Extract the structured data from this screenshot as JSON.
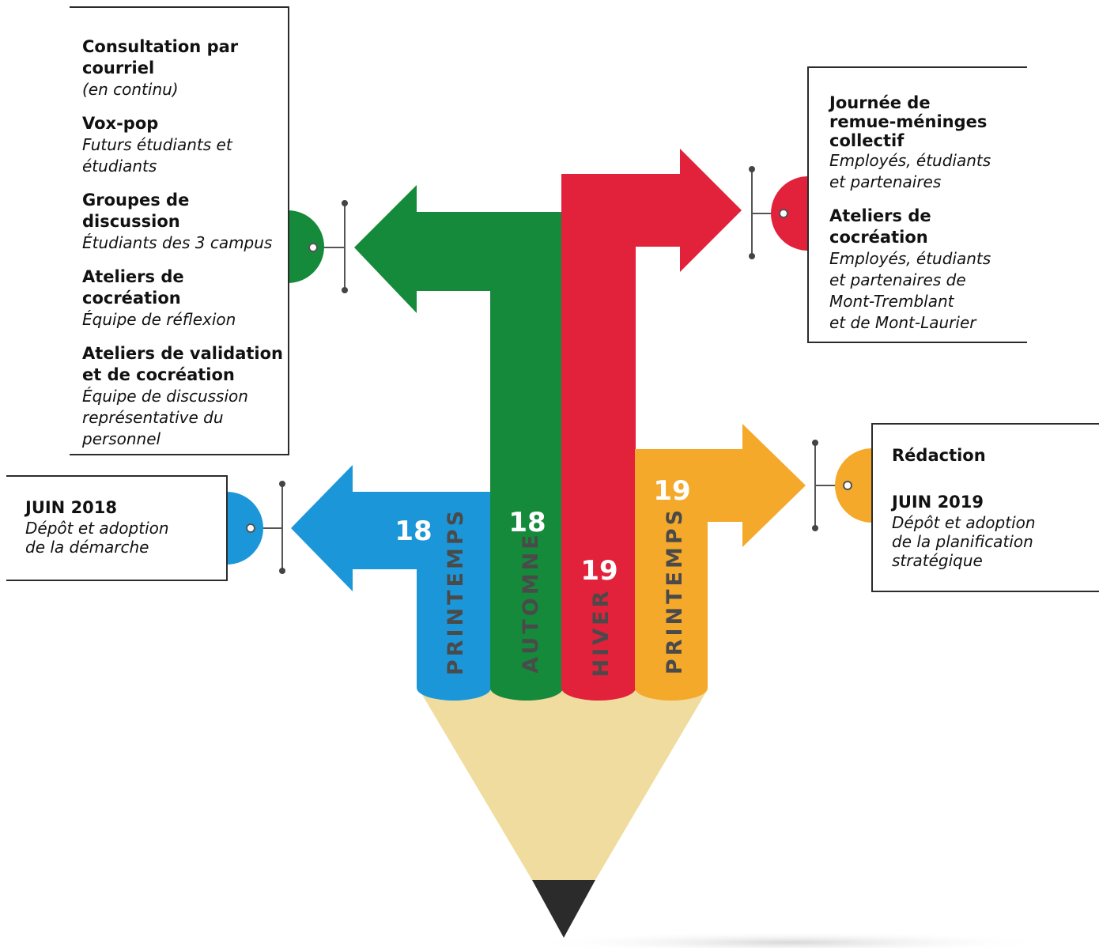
{
  "colors": {
    "blue": "#1b97d9",
    "green": "#168a3b",
    "red": "#e2213a",
    "orange": "#f4a92b",
    "pencil_wood": "#efdc9e",
    "pencil_tip": "#2b2b2b",
    "label_text": "#4a4a4a",
    "box_border": "#2b2b2b"
  },
  "phases": [
    {
      "year": "18",
      "season": "PRINTEMPS",
      "color": "blue",
      "arrow_direction": "left"
    },
    {
      "year": "18",
      "season": "AUTOMNE",
      "color": "green",
      "arrow_direction": "left"
    },
    {
      "year": "19",
      "season": "HIVER",
      "color": "red",
      "arrow_direction": "right"
    },
    {
      "year": "19",
      "season": "PRINTEMPS",
      "color": "orange",
      "arrow_direction": "right"
    }
  ],
  "boxes": {
    "autumn": {
      "items": [
        {
          "title": "Consultation par courriel",
          "subtitle": "(en continu)"
        },
        {
          "title": "Vox-pop",
          "subtitle_lines": [
            "Futurs étudiants et",
            "étudiants"
          ]
        },
        {
          "title": "Groupes de discussion",
          "subtitle": "Étudiants des 3 campus"
        },
        {
          "title": "Ateliers de cocréation",
          "subtitle": "Équipe de réflexion"
        },
        {
          "title_lines": [
            "Ateliers de validation",
            "et de cocréation"
          ],
          "subtitle_lines": [
            "Équipe de discussion",
            "représentative du",
            "personnel"
          ]
        }
      ]
    },
    "winter": {
      "items": [
        {
          "title_lines": [
            "Journée de",
            "remue-méninges",
            "collectif"
          ],
          "subtitle_lines": [
            "Employés, étudiants",
            "et partenaires"
          ]
        },
        {
          "title": "Ateliers de cocréation",
          "subtitle_lines": [
            "Employés, étudiants",
            "et partenaires de",
            "Mont-Tremblant",
            "et de Mont-Laurier"
          ]
        }
      ]
    },
    "spring2018": {
      "title": "JUIN 2018",
      "subtitle_lines": [
        "Dépôt et adoption",
        "de la démarche"
      ]
    },
    "spring2019": {
      "header": "Rédaction",
      "title": "JUIN 2019",
      "subtitle_lines": [
        "Dépôt et adoption",
        "de la planification",
        "stratégique"
      ]
    }
  }
}
